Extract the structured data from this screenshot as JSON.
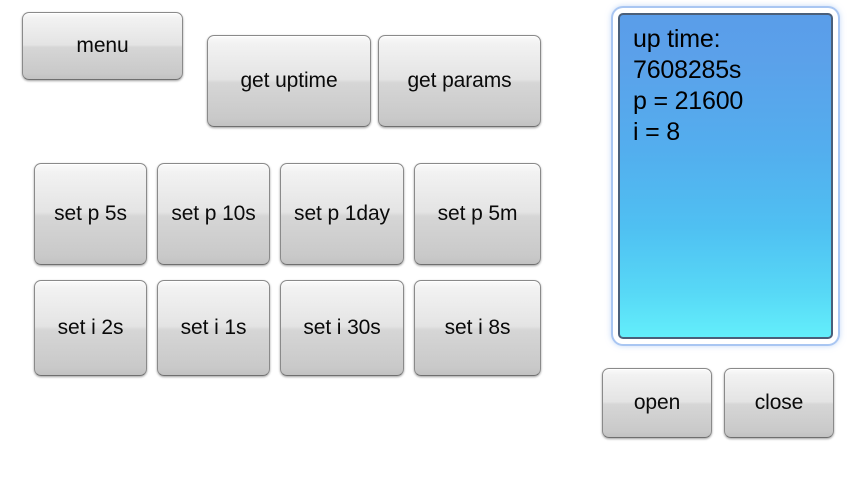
{
  "app": {
    "background_color": "#ffffff",
    "button_text_color": "#0a0a0a"
  },
  "controls": {
    "menu": {
      "label": "menu"
    },
    "get_uptime": {
      "label": "get uptime"
    },
    "get_params": {
      "label": "get params"
    }
  },
  "period_row": {
    "buttons": [
      {
        "label": "set p 5s"
      },
      {
        "label": "set p 10s"
      },
      {
        "label": "set p 1day"
      },
      {
        "label": "set p 5m"
      }
    ]
  },
  "interval_row": {
    "buttons": [
      {
        "label": "set i 2s"
      },
      {
        "label": "set i 1s"
      },
      {
        "label": "set i 30s"
      },
      {
        "label": "set i 8s"
      }
    ]
  },
  "output_panel": {
    "focused": true,
    "border_color": "#4a5f7a",
    "gradient_top_color": "#5a9de9",
    "gradient_bottom_color": "#63eefb",
    "focus_ring_color": "#a9c6f2",
    "lines": [
      "up time:",
      "7608285s",
      "p = 21600",
      "i = 8"
    ]
  },
  "connection_controls": {
    "open": {
      "label": "open"
    },
    "close": {
      "label": "close"
    }
  }
}
